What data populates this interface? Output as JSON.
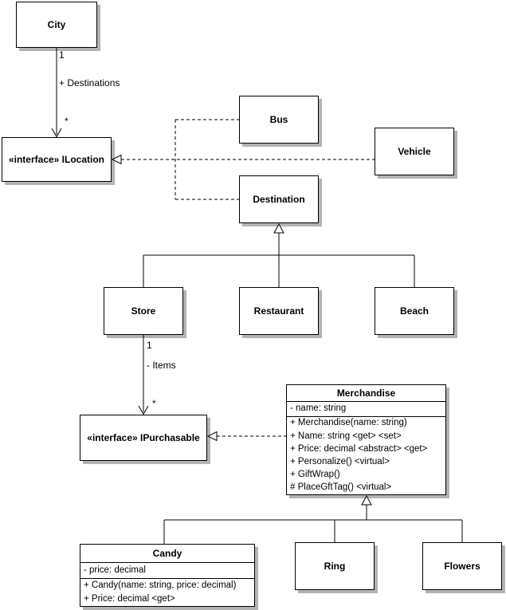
{
  "diagram": {
    "colors": {
      "background": "#ffffff",
      "fill": "#ffffff",
      "line": "#000000",
      "text": "#000000",
      "shadow": "#b3b3b3"
    },
    "nodes": {
      "city": {
        "title": "City"
      },
      "ilocation": {
        "title": "«interface» ILocation"
      },
      "bus": {
        "title": "Bus"
      },
      "vehicle": {
        "title": "Vehicle"
      },
      "destination": {
        "title": "Destination"
      },
      "store": {
        "title": "Store"
      },
      "restaurant": {
        "title": "Restaurant"
      },
      "beach": {
        "title": "Beach"
      },
      "ipurchasable": {
        "title": "«interface» IPurchasable"
      },
      "merchandise": {
        "title": "Merchandise",
        "attributes": [
          "- name: string"
        ],
        "methods": [
          "+ Merchandise(name: string)",
          "+ Name: string <get> <set>",
          "+ Price: decimal <abstract> <get>",
          "+ Personalize() <virtual>",
          "+ GiftWrap()",
          "# PlaceGftTag() <virtual>"
        ]
      },
      "candy": {
        "title": "Candy",
        "attributes": [
          "- price: decimal"
        ],
        "methods": [
          "+ Candy(name: string, price: decimal)",
          "+ Price: decimal <get>"
        ]
      },
      "ring": {
        "title": "Ring"
      },
      "flowers": {
        "title": "Flowers"
      }
    },
    "edges": {
      "city_destinations": {
        "source_multiplicity": "1",
        "label": "+ Destinations",
        "target_multiplicity": "*"
      },
      "store_items": {
        "source_multiplicity": "1",
        "label": "- Items",
        "target_multiplicity": "*"
      }
    }
  }
}
